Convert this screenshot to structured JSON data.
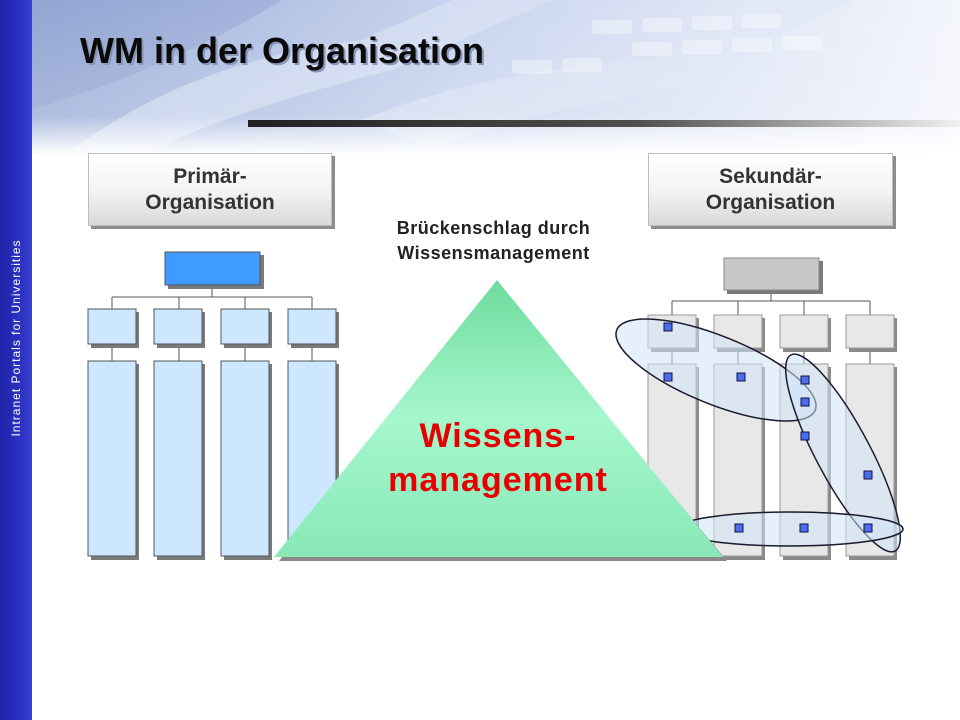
{
  "slide": {
    "title": "WM in der Organisation",
    "side_text": "Intranet Portals for Universities"
  },
  "primary": {
    "label_line1": "Primär-",
    "label_line2": "Organisation"
  },
  "secondary": {
    "label_line1": "Sekundär-",
    "label_line2": "Organisation"
  },
  "bridge": {
    "caption_line1": "Brückenschlag durch",
    "caption_line2": "Wissensmanagement"
  },
  "knowledge_management": {
    "line1": "Wissens-",
    "line2": "management"
  },
  "colors": {
    "sidebar": "#2d33c4",
    "primary_top_box": "#3f9bff",
    "primary_boxes": "#cce7ff",
    "secondary_top_box": "#c8c8c8",
    "secondary_boxes": "#e8e8e8",
    "triangle": "#8fefc0",
    "knowledge_text": "#e60000",
    "node": "#4a6ef0",
    "highlight_ellipse": "#cfe3f7"
  }
}
